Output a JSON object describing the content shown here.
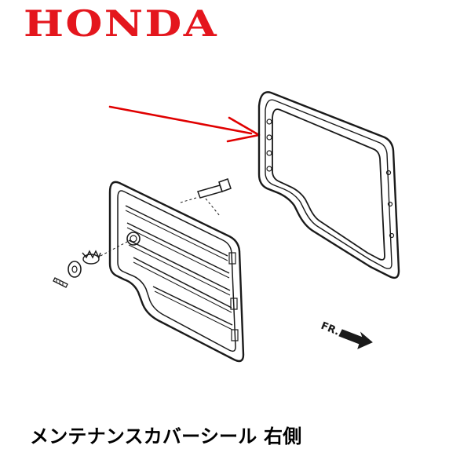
{
  "brand": {
    "name": "HONDA",
    "color": "#e4161d"
  },
  "diagram": {
    "direction_label": "FR.",
    "highlight_arrow_color": "#e00000",
    "line_color": "#1a1a1a"
  },
  "caption": {
    "text": "メンテナンスカバーシール 右側"
  }
}
